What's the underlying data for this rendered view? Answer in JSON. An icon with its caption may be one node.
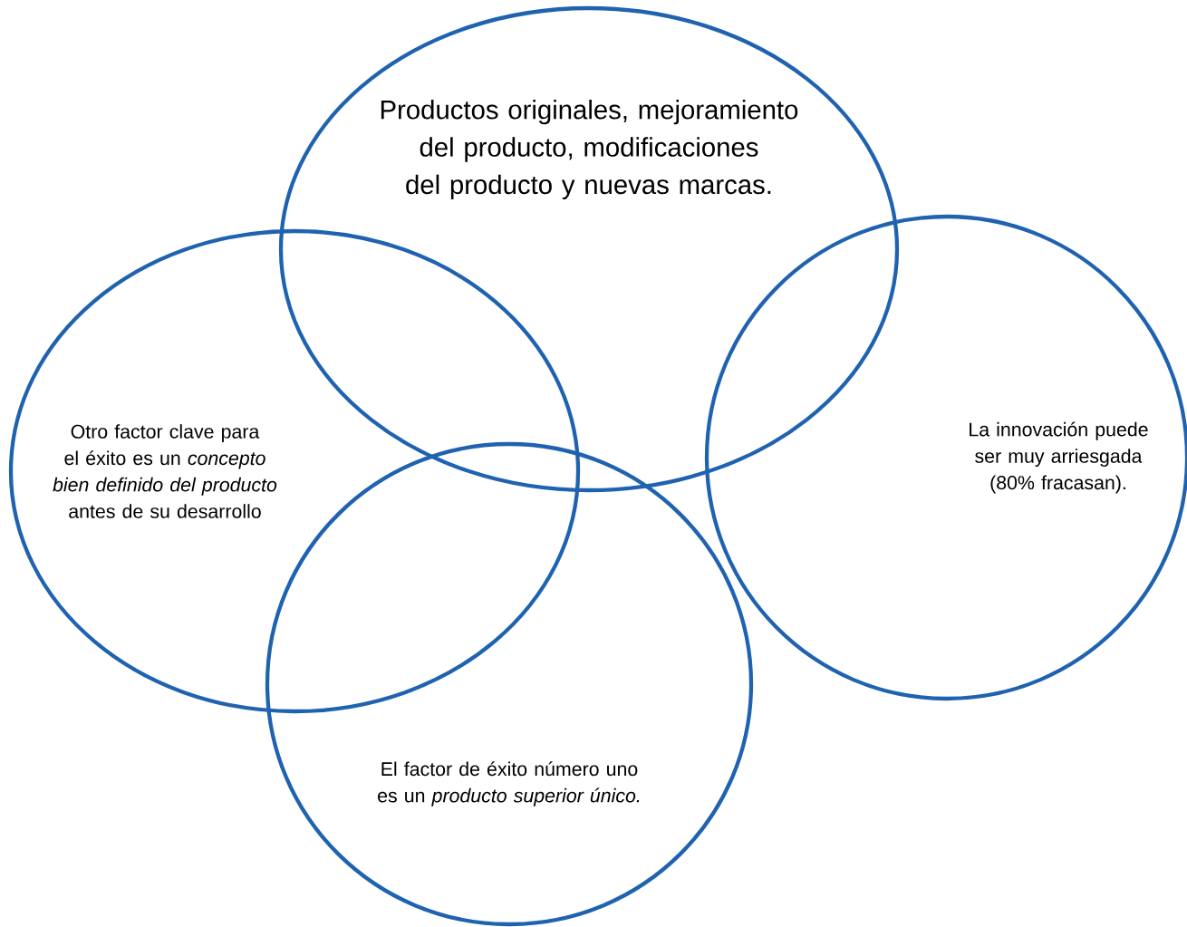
{
  "diagram": {
    "nodes": [
      {
        "text": [
          "Productos originales, mejoramiento del producto, modificaciones del producto y nuevas marcas."
        ]
      },
      {
        "text": [
          "Otro factor clave para el éxito es un *concepto bien definido del producto* antes de su desarrollo"
        ]
      },
      {
        "text": [
          "La innovación puede ser muy arriesgada (80% fracasan)."
        ]
      },
      {
        "text": [
          "El factor de éxito número uno es un *producto superior único.*"
        ]
      }
    ]
  }
}
